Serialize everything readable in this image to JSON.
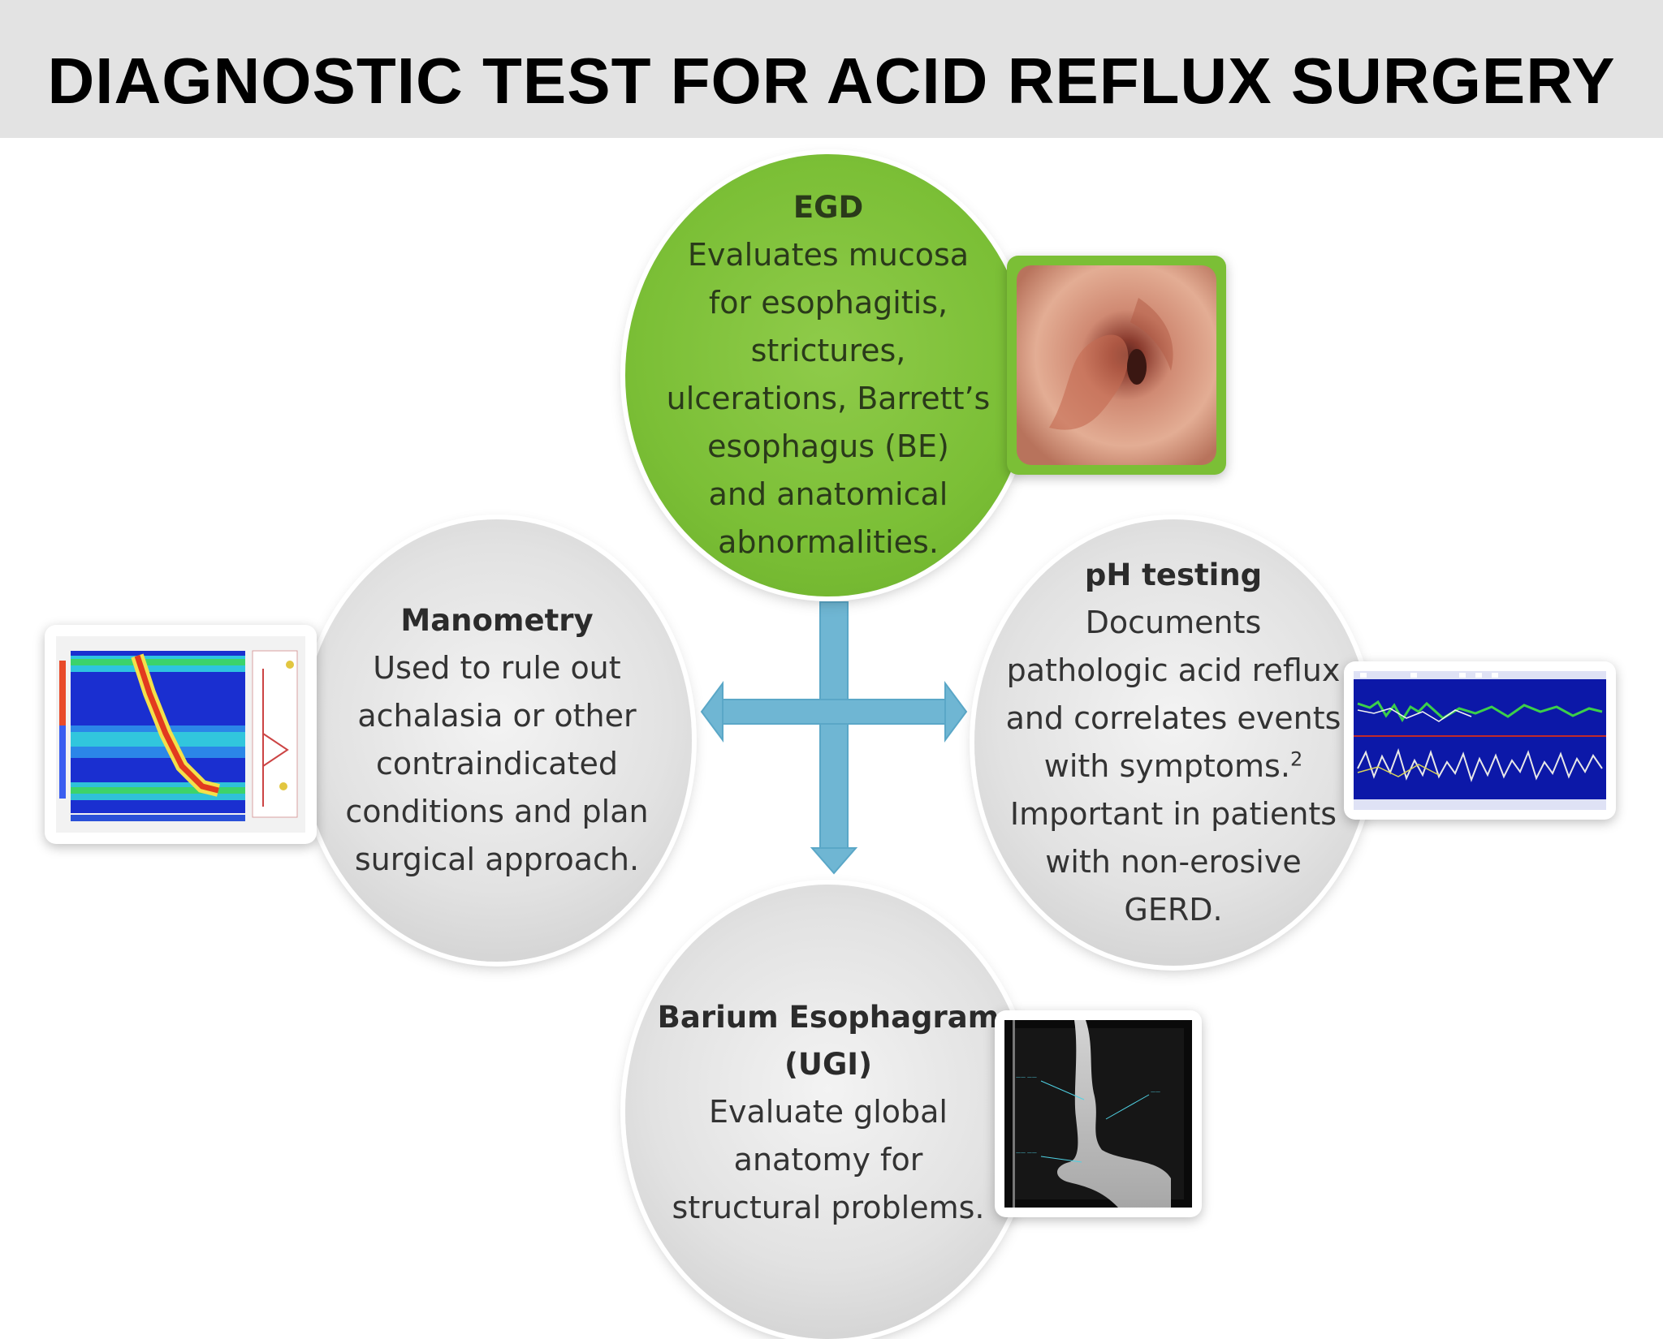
{
  "title": "DIAGNOSTIC TEST FOR ACID REFLUX SURGERY",
  "nodes": {
    "egd": {
      "heading": "EGD",
      "text": "Evaluates mucosa\nfor esophagitis,\nstrictures,\nulcerations, Barrett’s\nesophagus (BE)\nand anatomical\nabnormalities."
    },
    "manometry": {
      "heading": "Manometry",
      "text": "Used to rule out\nachalasia or other\ncontraindicated\nconditions and plan\nsurgical approach."
    },
    "ph": {
      "heading": "pH testing",
      "text_before": "Documents\npathologic acid reflux\nand correlates events\nwith symptoms.",
      "superscript": "2",
      "text_after": "Important in patients\nwith non-erosive\nGERD."
    },
    "barium": {
      "heading": "Barium Esophagram\n(UGI)",
      "text": "Evaluate global\nanatomy for\nstructural problems."
    }
  },
  "colors": {
    "green": "#7bbf36",
    "arrow": "#6fb6d3",
    "title_bar": "#e3e3e3"
  },
  "icons": [
    "endoscopy-image",
    "manometry-plot-image",
    "ph-tracing-image",
    "xray-image"
  ]
}
